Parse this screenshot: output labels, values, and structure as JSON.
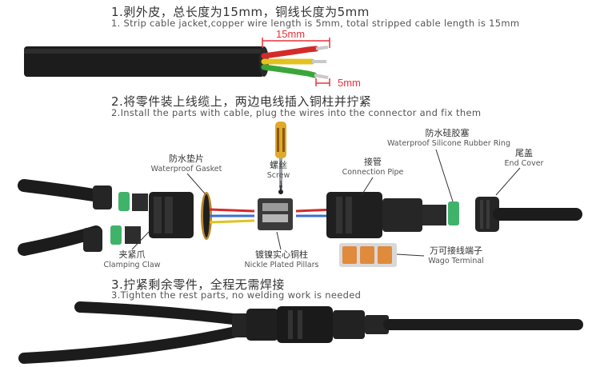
{
  "step1": {
    "title": "1.剥外皮，总长度为15mm，铜线长度为5mm",
    "subtitle": "1. Strip cable jacket,copper wire length is 5mm, total stripped cable length is 15mm",
    "dim_total": "15mm",
    "dim_copper": "5mm"
  },
  "step2": {
    "title": "2.将零件装上线缆上，两边电线插入铜柱并拧紧",
    "subtitle": "2.Install the parts with cable, plug the wires into the connector and fix them"
  },
  "step3": {
    "title": "3.拧紧剩余零件，全程无需焊接",
    "subtitle": "3.Tighten the rest parts, no welding work is needed"
  },
  "labels": {
    "gasket_cn": "防水垫片",
    "gasket_en": "Waterproof Gasket",
    "screw_cn": "螺丝",
    "screw_en": "Screw",
    "pipe_cn": "接管",
    "pipe_en": "Connection Pipe",
    "ring_cn": "防水硅胶塞",
    "ring_en": "Waterproof Silicone Rubber Ring",
    "cover_cn": "尾盖",
    "cover_en": "End Cover",
    "claw_cn": "夹紧爪",
    "claw_en": "Clamping Claw",
    "pillars_cn": "镀镍实心铜柱",
    "pillars_en": "Nickle Plated Pillars",
    "wago_cn": "万可接线端子",
    "wago_en": "Wago Terminal"
  },
  "colors": {
    "dimension": "#e8333a",
    "cable": "#1c1c1c",
    "wire_red": "#d42a2a",
    "wire_yellow": "#e3c21f",
    "wire_green": "#3aa63a",
    "ring_green": "#3fb36a",
    "wago_orange": "#e08a3c"
  }
}
